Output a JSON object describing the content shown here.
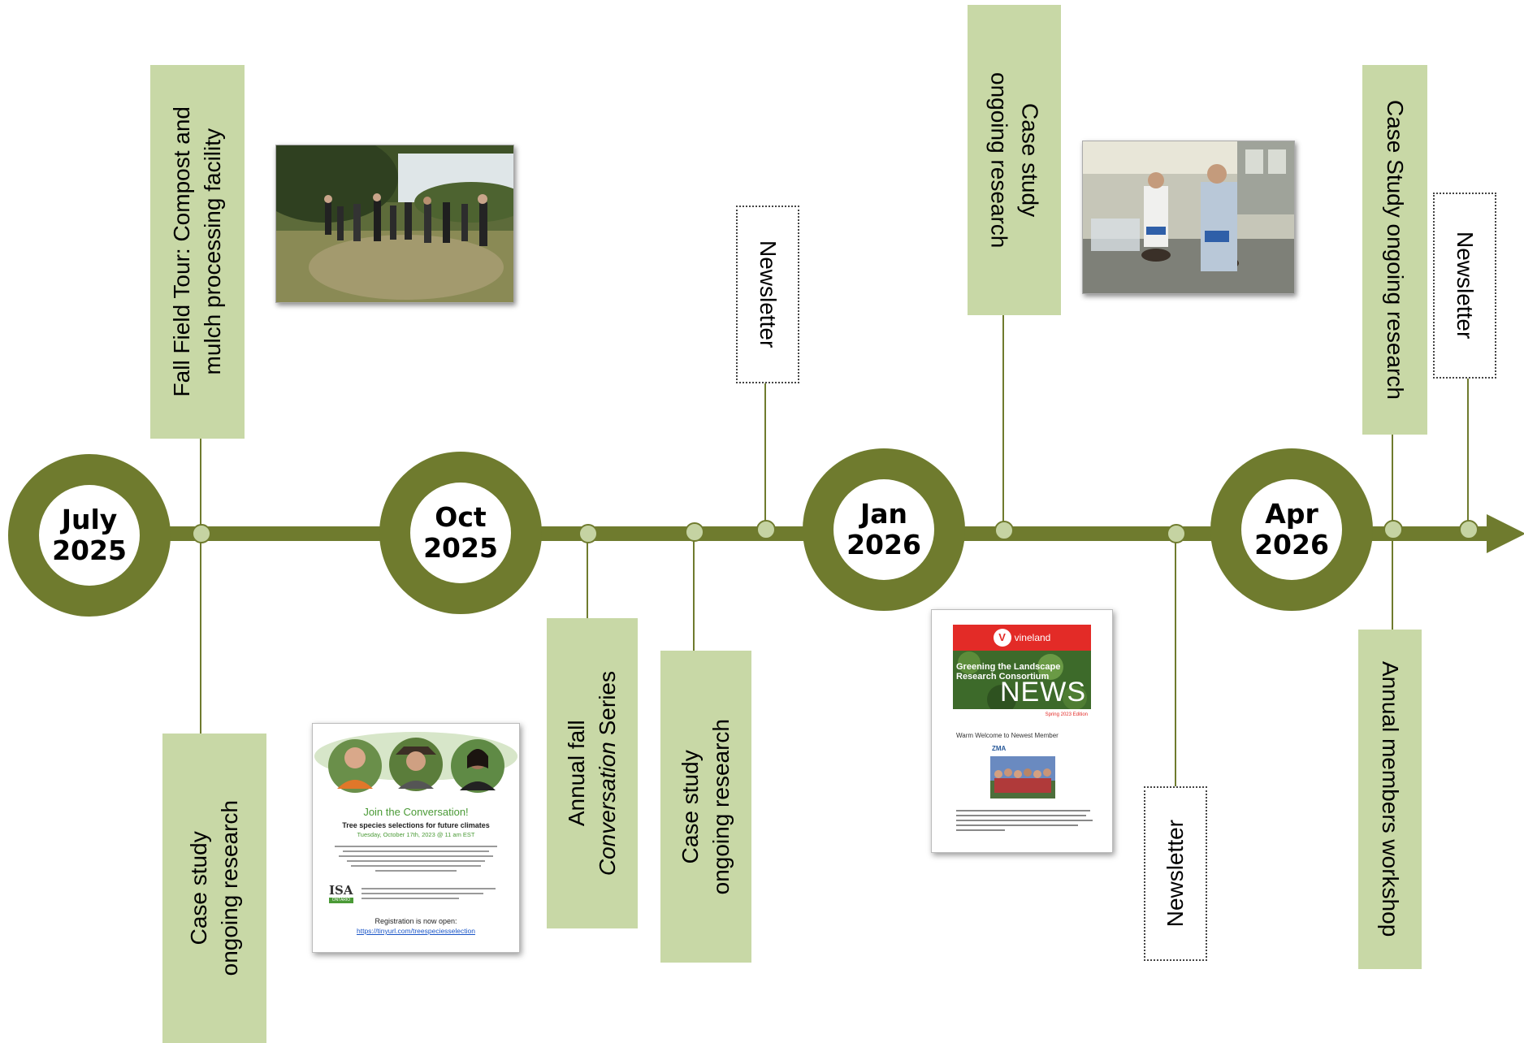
{
  "colors": {
    "accent": "#6f7b2e",
    "box_fill": "#c8d8a6",
    "dot_fill": "#c5d3a2"
  },
  "milestones": [
    {
      "month": "July",
      "year": "2025"
    },
    {
      "month": "Oct",
      "year": "2025"
    },
    {
      "month": "Jan",
      "year": "2026"
    },
    {
      "month": "Apr",
      "year": "2026"
    }
  ],
  "events": {
    "field_tour": {
      "line1": "Fall Field Tour: Compost and",
      "line2": "mulch processing facility"
    },
    "case_study_1": {
      "line1": "Case study",
      "line2": "ongoing research"
    },
    "conversation_series": {
      "line1": "Annual fall",
      "line2_italic": "Conversation",
      "line2_rest": " Series"
    },
    "case_study_2": {
      "line1": "Case study",
      "line2": "ongoing research"
    },
    "newsletter_1": {
      "label": "Newsletter"
    },
    "case_study_3": {
      "line1": "Case study",
      "line2": "ongoing research"
    },
    "newsletter_2": {
      "label": "Newsletter"
    },
    "case_study_4": {
      "label": "Case Study ongoing research"
    },
    "annual_workshop": {
      "label": "Annual members workshop"
    },
    "newsletter_3": {
      "label": "Newsletter"
    }
  },
  "flyer": {
    "heading": "Join the Conversation!",
    "subheading": "Tree species selections for future climates",
    "date": "Tuesday, October 17th, 2023 @ 11 am EST",
    "registration": "Registration is now open:",
    "link": "https://tinyurl.com/treespeciesselection",
    "logo": "ISA",
    "logo_sub": "ONTARIO"
  },
  "news": {
    "brand": "vineland",
    "title_line1": "Greening the Landscape",
    "title_line2": "Research Consortium",
    "title_big": "NEWS",
    "edition": "Spring 2023 Edition",
    "welcome": "Warm Welcome to Newest Member",
    "member_logo": "ZMA"
  },
  "icons": {
    "arrow": "arrow-right-icon",
    "brand_mark": "vineland-v-icon"
  }
}
